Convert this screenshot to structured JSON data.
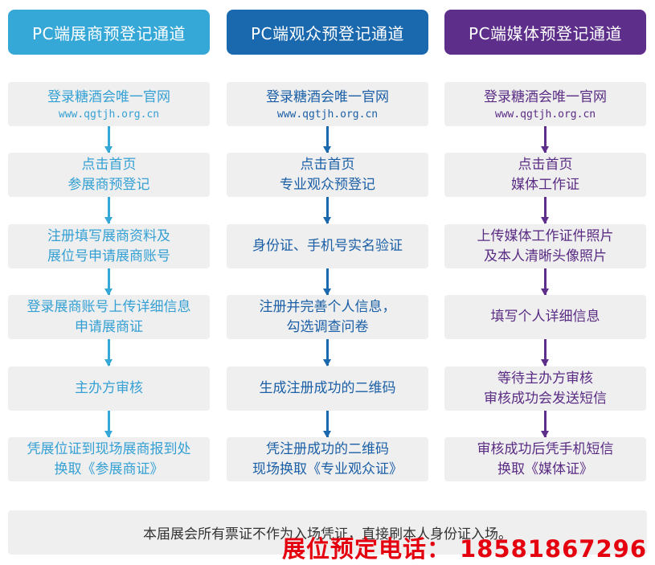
{
  "columns": [
    {
      "title": "PC端展商预登记通道",
      "color": "#35a8d8",
      "steps": [
        {
          "line1": "登录糖酒会唯一官网",
          "line2": "www.qgtjh.org.cn"
        },
        {
          "line1": "点击首页",
          "line2": "参展商预登记"
        },
        {
          "line1": "注册填写展商资料及",
          "line2": "展位号申请展商账号"
        },
        {
          "line1": "登录展商账号上传详细信息",
          "line2": "申请展商证"
        },
        {
          "line1": "主办方审核",
          "line2": ""
        },
        {
          "line1": "凭展位证到现场展商报到处",
          "line2": "换取《参展商证》"
        }
      ]
    },
    {
      "title": "PC端观众预登记通道",
      "color": "#1a68ad",
      "steps": [
        {
          "line1": "登录糖酒会唯一官网",
          "line2": "www.qgtjh.org.cn"
        },
        {
          "line1": "点击首页",
          "line2": "专业观众预登记"
        },
        {
          "line1": "身份证、手机号实名验证",
          "line2": ""
        },
        {
          "line1": "注册并完善个人信息，",
          "line2": "勾选调查问卷"
        },
        {
          "line1": "生成注册成功的二维码",
          "line2": ""
        },
        {
          "line1": "凭注册成功的二维码",
          "line2": "现场换取《专业观众证》"
        }
      ]
    },
    {
      "title": "PC端媒体预登记通道",
      "color": "#5e2f8a",
      "steps": [
        {
          "line1": "登录糖酒会唯一官网",
          "line2": "www.qgtjh.org.cn"
        },
        {
          "line1": "点击首页",
          "line2": "媒体工作证"
        },
        {
          "line1": "上传媒体工作证件照片",
          "line2": "及本人清晰头像照片"
        },
        {
          "line1": "填写个人详细信息",
          "line2": ""
        },
        {
          "line1": "等待主办方审核",
          "line2": "审核成功会发送短信"
        },
        {
          "line1": "审核成功后凭手机短信",
          "line2": "换取《媒体证》"
        }
      ]
    }
  ],
  "notice": "本届展会所有票证不作为入场凭证，直接刷本人身份证入场。",
  "hotline": "展位预定电话： 18581867296"
}
